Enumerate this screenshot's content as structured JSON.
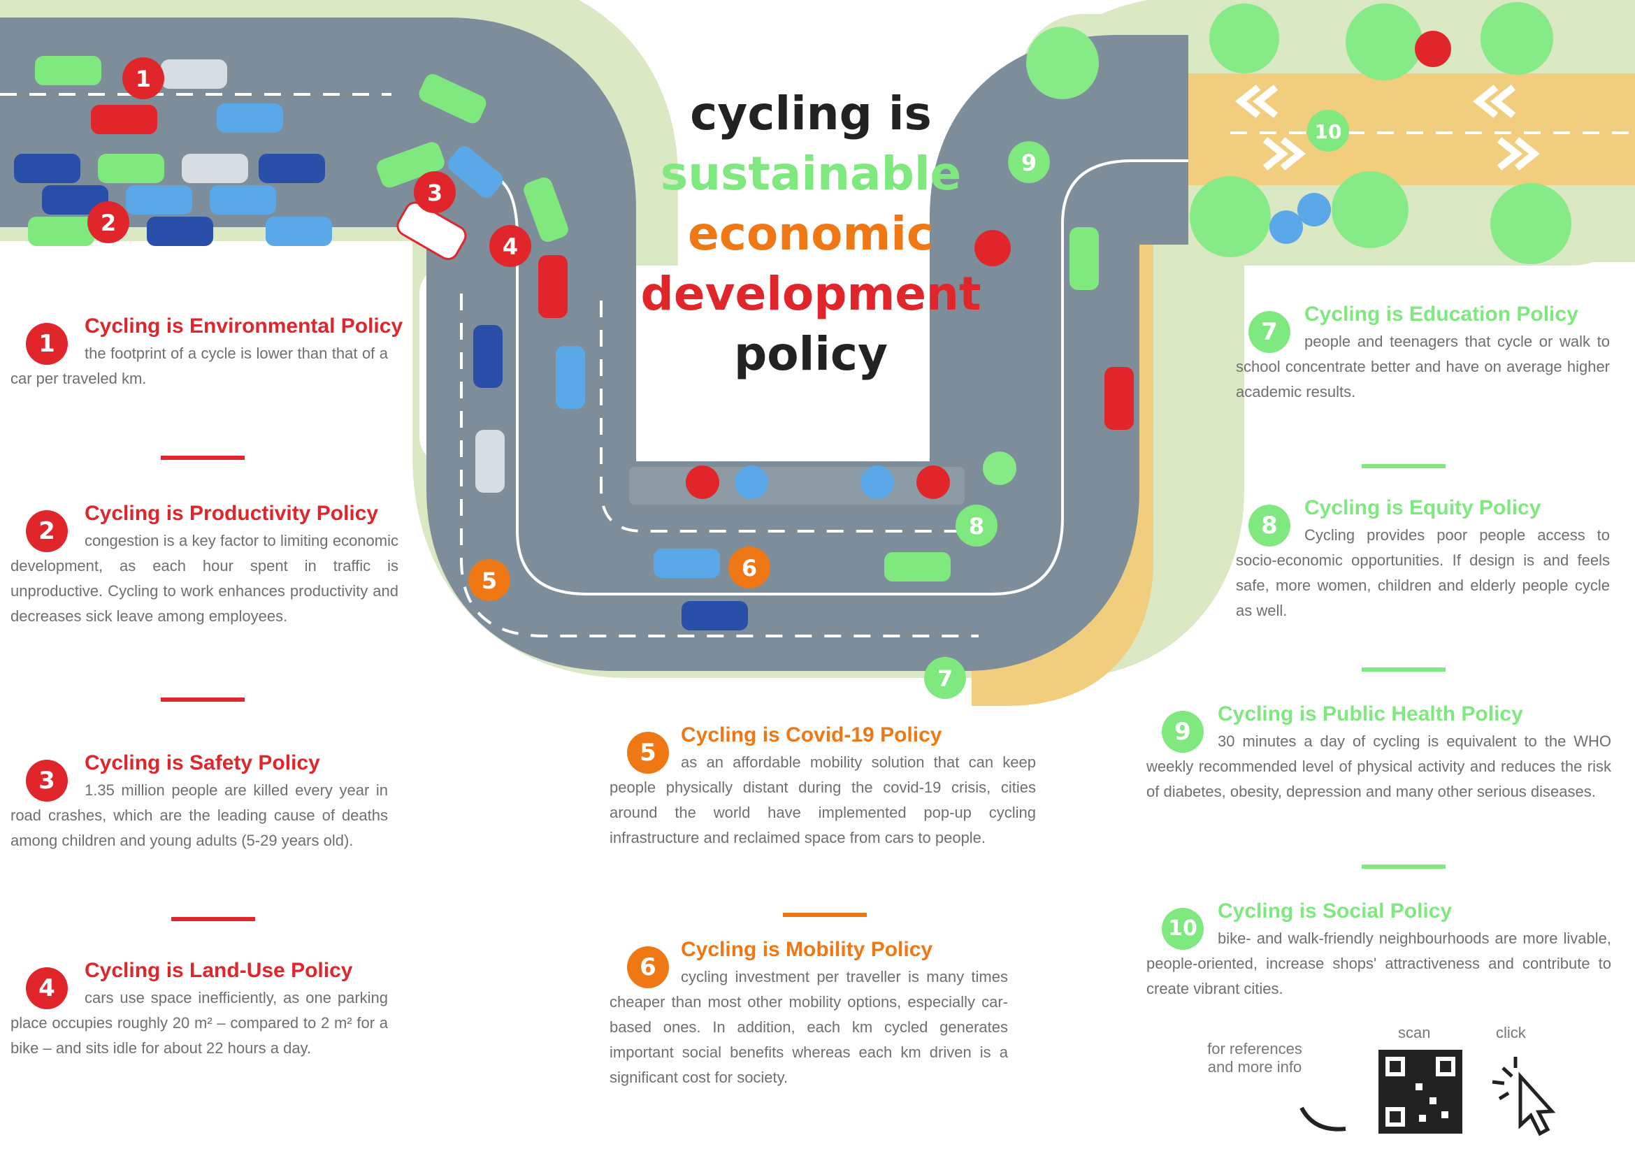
{
  "title_lines": [
    "cycling is",
    "sustainable",
    "economic",
    "development",
    "policy"
  ],
  "colors": {
    "red": "#e0262b",
    "orange": "#f07814",
    "green": "#7fe87f",
    "road": "#7d8d99",
    "verge": "#dbe8c4",
    "bike_lane": "#f1cd7e",
    "tree": "#86ea86"
  },
  "map_markers": [
    "1",
    "2",
    "3",
    "4",
    "5",
    "6",
    "7",
    "8",
    "9",
    "10"
  ],
  "road_icons": [
    "bicycle-icon",
    "car-icon",
    "ambulance-icon",
    "parasol-icon",
    "tree-icon",
    "pedestrian-icon",
    "arrow-icon"
  ],
  "sections": [
    {
      "num": "1",
      "heading": "Cycling is Environmental Policy",
      "body": "the footprint of a cycle is lower than that of a car per traveled km."
    },
    {
      "num": "2",
      "heading": "Cycling is Productivity Policy",
      "body": "congestion is a key factor to limiting economic development, as each hour spent in traffic is unproductive. Cycling to work enhances productivity and decreases sick leave among employees."
    },
    {
      "num": "3",
      "heading": "Cycling is Safety Policy",
      "body": "1.35 million people are killed every year in road crashes, which are the leading cause of deaths among children and young adults (5-29 years old)."
    },
    {
      "num": "4",
      "heading": "Cycling is Land-Use Policy",
      "body": "cars use space inefficiently, as one parking place occupies roughly 20 m² – compared to 2 m² for a bike – and sits idle for about 22 hours a day."
    },
    {
      "num": "5",
      "heading": "Cycling is Covid-19 Policy",
      "body": "as an affordable mobility solution that can keep people physically distant during the covid-19 crisis, cities around the world have implemented pop-up cycling infrastructure and reclaimed space from cars to people."
    },
    {
      "num": "6",
      "heading": "Cycling is Mobility Policy",
      "body": "cycling investment per traveller is many times cheaper than most other mobility options, especially car-based ones. In addition, each km cycled generates important social benefits whereas each km driven is a significant cost for society."
    },
    {
      "num": "7",
      "heading": "Cycling is Education Policy",
      "body": "people and teenagers that cycle or walk to school concentrate better and have on average higher academic results."
    },
    {
      "num": "8",
      "heading": "Cycling is Equity Policy",
      "body": "Cycling provides poor people access to socio-economic opportunities. If design is and feels safe, more women, children and elderly people cycle as well."
    },
    {
      "num": "9",
      "heading": "Cycling is Public Health Policy",
      "body": "30 minutes a day of cycling is equivalent to the WHO weekly recommended level of physical activity and reduces the risk of diabetes, obesity, depression and many other serious diseases."
    },
    {
      "num": "10",
      "heading": "Cycling is Social Policy",
      "body": "bike- and walk-friendly neighbourhoods are more livable, people-oriented, increase shops' attractiveness and contribute to create vibrant cities."
    }
  ],
  "footer": {
    "refs_line1": "for references",
    "refs_line2": "and more info",
    "scan": "scan",
    "click": "click"
  }
}
